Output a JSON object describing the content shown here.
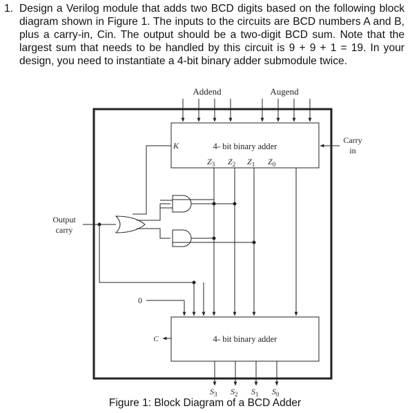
{
  "question": {
    "number": "1.",
    "text": "Design a Verilog module that adds two BCD digits based on the following block diagram shown in Figure 1. The inputs to the circuits are BCD numbers A and B, plus a carry-in, Cin. The output should be a two-digit BCD sum. Note that the largest sum that needs to be handled by this circuit is 9 + 9 + 1 = 19. In your design, you need to instantiate a 4-bit binary adder submodule twice."
  },
  "diagram": {
    "addend_label": "Addend",
    "augend_label": "Augend",
    "carry_in_label": [
      "Carry",
      "in"
    ],
    "output_carry_label": [
      "Output",
      "carry"
    ],
    "upper_adder": {
      "label": "4- bit binary adder",
      "k_label": "K",
      "z3": "Z",
      "z3_sub": "3",
      "z2": "Z",
      "z2_sub": "2",
      "z1": "Z",
      "z1_sub": "1",
      "z0": "Z",
      "z0_sub": "0"
    },
    "zero_label": "0",
    "lower_adder": {
      "label": "4- bit binary adder",
      "c_label": "C"
    },
    "outputs": {
      "s3": "S",
      "s3_sub": "3",
      "s2": "S",
      "s2_sub": "2",
      "s1": "S",
      "s1_sub": "1",
      "s0": "S",
      "s0_sub": "0"
    }
  },
  "caption": "Figure 1: Block Diagram of a BCD Adder"
}
